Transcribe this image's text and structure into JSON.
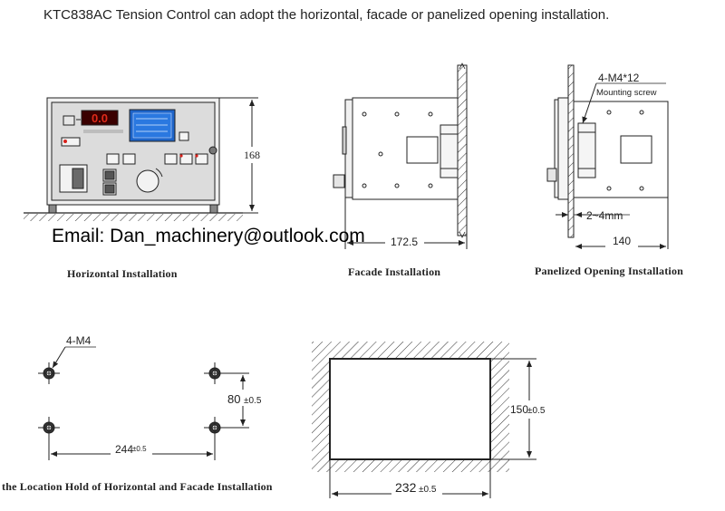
{
  "title": "KTC838AC Tension Control can adopt the horizontal, facade or panelized opening installation.",
  "watermark": "Email: Dan_machinery@outlook.com",
  "captions": {
    "horizontal": "Horizontal Installation",
    "facade": "Facade Installation",
    "panelized": "Panelized Opening Installation",
    "location_hold": "the Location Hold of Horizontal and Facade Installation"
  },
  "dimensions": {
    "horizontal_height": "168",
    "facade_width": "172.5",
    "panel_screw": "4-M4*12",
    "panel_screw_note": "Mounting screw",
    "panel_gap": "2~4mm",
    "panel_width": "140",
    "hole_spec": "4-M4",
    "hole_vertical": "80",
    "hole_vertical_tol": "±0.5",
    "hole_horizontal": "244",
    "hole_horizontal_tol": "±0.5",
    "cutout_height": "150",
    "cutout_height_tol": "±0.5",
    "cutout_width": "232",
    "cutout_width_tol": "±0.5"
  },
  "device": {
    "display_value": "0.0",
    "lcd_lines": [
      "",
      "",
      ""
    ]
  },
  "colors": {
    "line": "#222222",
    "panel_face": "#dcdcdc",
    "lcd": "#1e64c8",
    "led": "#d8201a"
  }
}
